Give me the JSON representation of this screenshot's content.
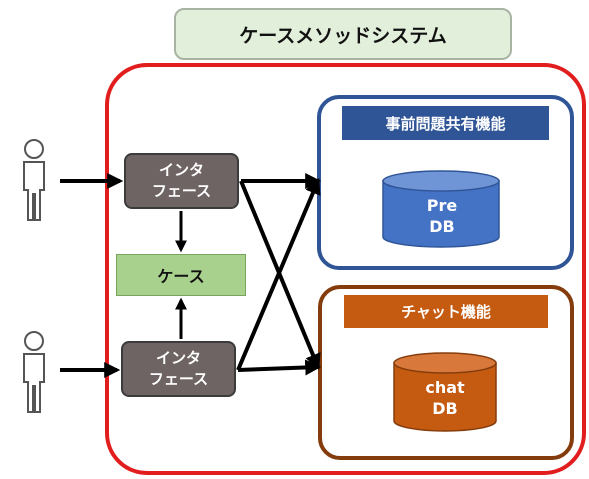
{
  "title": "ケースメソッドシステム",
  "interface_top": "インタ\nフェース",
  "interface_bottom": "インタ\nフェース",
  "case": "ケース",
  "pre_panel": {
    "label": "事前問題共有機能",
    "db_label": "Pre\nDB"
  },
  "chat_panel": {
    "label": "チャット機能",
    "db_label": "chat\nDB"
  },
  "colors": {
    "system_frame": "#e11d1d",
    "title_fill": "#e2efda",
    "interface_fill": "#6f6464",
    "case_fill": "#a9d18e",
    "pre_accent": "#2f5597",
    "pre_db": "#4472c4",
    "chat_accent": "#843c0c",
    "chat_label": "#c55a11",
    "chat_db": "#c55a11"
  },
  "icons": [
    "person-icon",
    "person-icon"
  ]
}
